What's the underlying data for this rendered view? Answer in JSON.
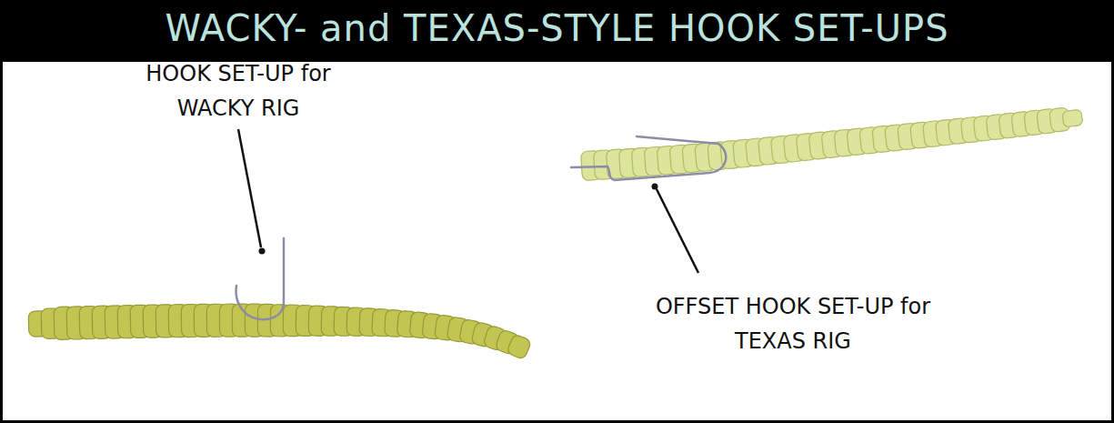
{
  "diagram": {
    "title": "WACKY- and TEXAS-STYLE HOOK SET-UPS",
    "labels": [
      "HOOK SET-UP for WACKY RIG",
      "OFFSET HOOK SET-UP for TEXAS RIG"
    ]
  }
}
